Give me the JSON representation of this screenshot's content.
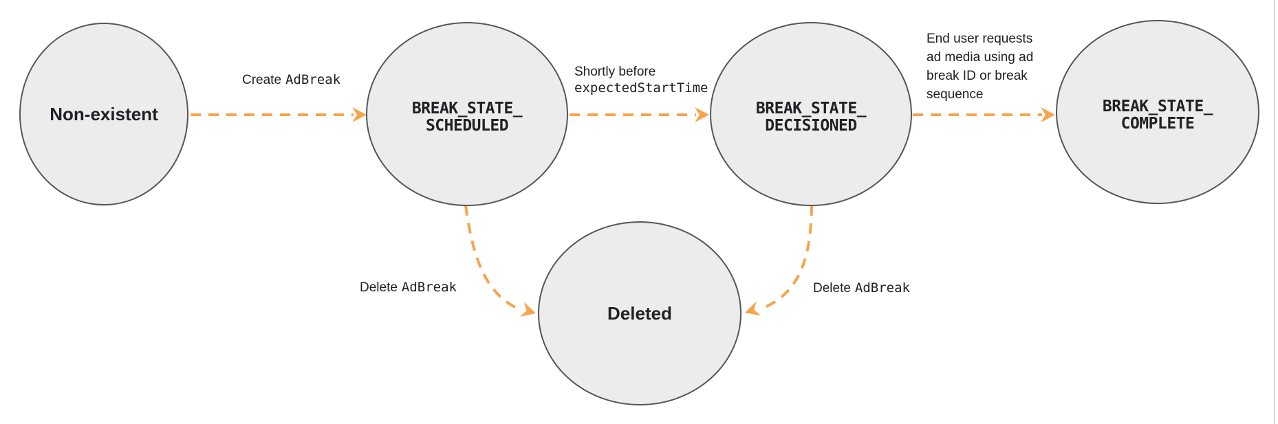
{
  "diagram": {
    "description": "Ad break state transition diagram",
    "colors": {
      "node_fill": "#ECECEC",
      "node_border": "#55565A",
      "arrow": "#F7A44C",
      "text": "#202124",
      "divider": "#DADADC",
      "bg": "#FFFFFF"
    },
    "nodes": {
      "non_existent": {
        "label": "Non-existent"
      },
      "scheduled": {
        "line1": "BREAK_STATE_",
        "line2": "SCHEDULED"
      },
      "decisioned": {
        "line1": "BREAK_STATE_",
        "line2": "DECISIONED"
      },
      "complete": {
        "line1": "BREAK_STATE_",
        "line2": "COMPLETE"
      },
      "deleted": {
        "label": "Deleted"
      }
    },
    "edges": {
      "create": {
        "plain": "Create",
        "code": "AdBreak"
      },
      "before_start": {
        "line1": "Shortly before",
        "code": "expectedStartTime"
      },
      "end_user": {
        "line1": "End user requests",
        "line2": "ad media using ad",
        "line3": "break ID or break",
        "line4": "sequence"
      },
      "delete_scheduled": {
        "plain": "Delete",
        "code": "AdBreak"
      },
      "delete_decisioned": {
        "plain": "Delete",
        "code": "AdBreak"
      }
    }
  }
}
